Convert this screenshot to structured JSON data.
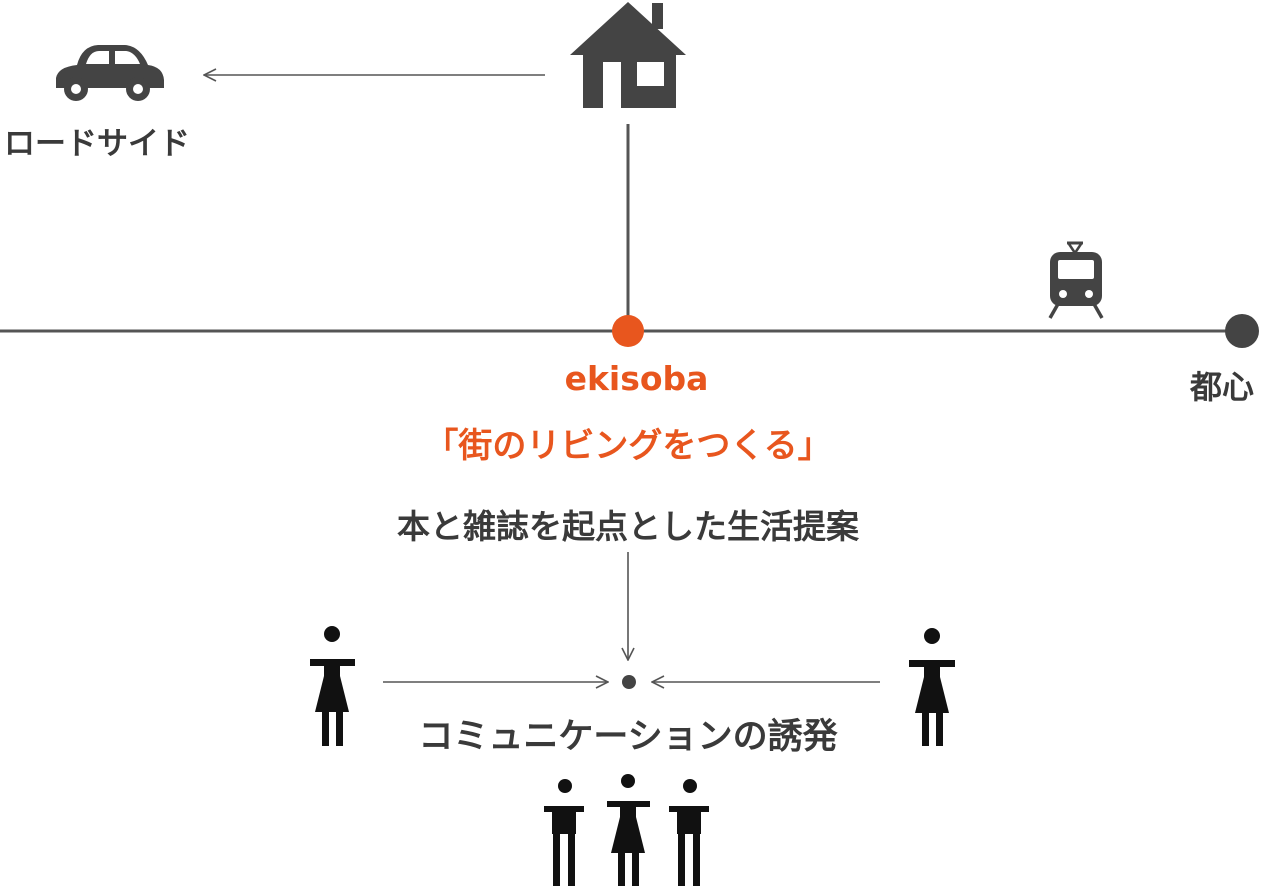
{
  "colors": {
    "accent": "#e8561e",
    "dark": "#3a3a3a",
    "icon": "#444444",
    "line": "#555555"
  },
  "nodes": {
    "roadside": "ロードサイド",
    "city_center": "都心",
    "brand": "ekisoba",
    "concept": "「街のリビングをつくる」",
    "proposal": "本と雑誌を起点とした生活提案",
    "communication": "コミュニケーションの誘発"
  },
  "icons": [
    "car-icon",
    "house-icon",
    "train-icon",
    "person-woman-icon",
    "person-man-icon"
  ]
}
